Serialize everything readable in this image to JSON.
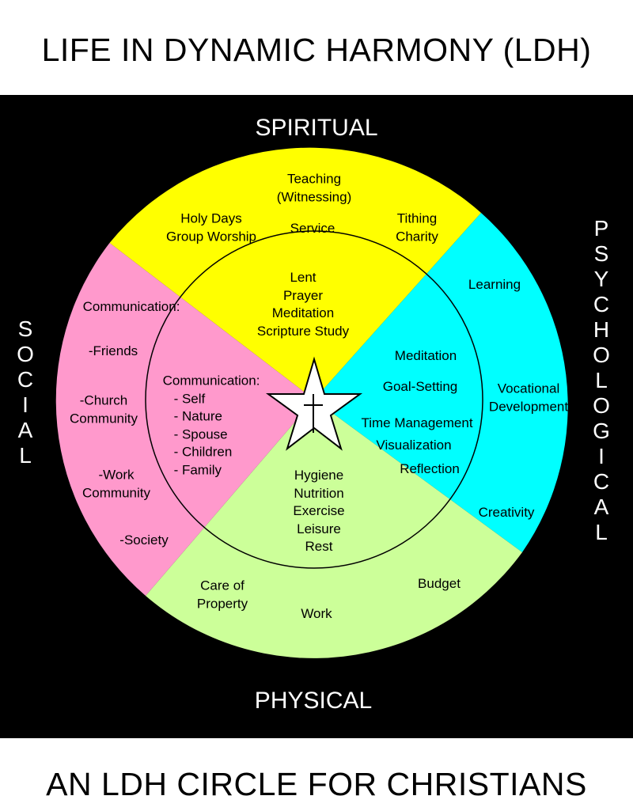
{
  "title": "LIFE IN DYNAMIC HARMONY (LDH)",
  "subtitle": "AN LDH CIRCLE FOR CHRISTIANS",
  "colors": {
    "background": "#000000",
    "spiritual": "#FFFF00",
    "psychological": "#00FFFF",
    "physical": "#CCFF99",
    "social": "#FF99CC",
    "star": "#FFFFFF"
  },
  "icons": {
    "center": "star-with-cross-icon"
  },
  "sectors": {
    "spiritual": {
      "title": "SPIRITUAL",
      "outer": [
        [
          "Teaching",
          "(Witnessing)"
        ],
        [
          "Holy Days",
          "Group Worship"
        ],
        [
          "Service"
        ],
        [
          "Tithing",
          "Charity"
        ]
      ],
      "inner": [
        [
          "Lent",
          "Prayer",
          "Meditation",
          "Scripture Study"
        ]
      ]
    },
    "psychological": {
      "title": "PSYCHOLOGICAL",
      "outer": [
        [
          "Learning"
        ],
        [
          "Vocational",
          "Development"
        ],
        [
          "Creativity"
        ]
      ],
      "inner": [
        [
          "Meditation"
        ],
        [
          "Goal-Setting"
        ],
        [
          "Time Management"
        ],
        [
          "Visualization"
        ],
        [
          "Reflection"
        ]
      ]
    },
    "physical": {
      "title": "PHYSICAL",
      "outer": [
        [
          "Care of",
          "Property"
        ],
        [
          "Work"
        ],
        [
          "Budget"
        ]
      ],
      "inner": [
        [
          "Hygiene",
          "Nutrition",
          "Exercise",
          "Leisure",
          "Rest"
        ]
      ]
    },
    "social": {
      "title": "SOCIAL",
      "outer": [
        [
          "Communication:"
        ],
        [
          "-Friends"
        ],
        [
          "-Church",
          "Community"
        ],
        [
          "-Work",
          "Community"
        ],
        [
          "-Society"
        ]
      ],
      "inner": [
        [
          "Communication:",
          "- Self",
          "- Nature",
          "- Spouse",
          "- Children",
          "- Family"
        ]
      ]
    }
  }
}
